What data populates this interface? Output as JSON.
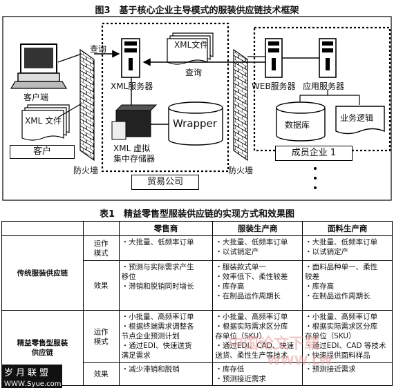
{
  "figure": {
    "title": "图3　基于核心企业主导模式的服装供应链技术框架",
    "labels": {
      "query_left": "查询",
      "query_mid": "查询",
      "xml_file_top": "XML文件",
      "xml_server": "XML服务器",
      "client_terminal": "客户端",
      "xml_file_left": "XML 文件",
      "client_box": "客户",
      "firewall_left": "防火墙",
      "xml_virtual_line1": "XML 虚拟",
      "xml_virtual_line2": "集中存储器",
      "wrapper": "Wrapper",
      "trade_company": "贸易公司",
      "firewall_right": "防火墙",
      "web_server": "WEB服务器",
      "app_server": "应用服务器",
      "database": "数据库",
      "business_logic": "业务逻辑",
      "member_company": "成员企业 1"
    }
  },
  "table": {
    "title": "表1　精益零售型服装供应链的实现方式和效果图",
    "headers": [
      "",
      "",
      "零售商",
      "服装生产商",
      "面料生产商"
    ],
    "groups": [
      {
        "name": "传统服装供应链",
        "rows": [
          {
            "label": "运作\n模式",
            "retailer": "・大批量、低频率订单",
            "apparel": "・大批量、低频率订单\n・以试销定产",
            "fabric": "・大批量、低频率订单\n・以试销定产"
          },
          {
            "label": "效果",
            "retailer": "・预测与实际需求产生\n移位\n・滞销和脱销同时增长",
            "apparel": "・服装款式单一\n・效率低下、柔性较差\n・库存高\n・在制品运作周期长",
            "fabric": "・面料品种单一、柔性\n较差\n・库存高\n・在制品运作周期长"
          }
        ]
      },
      {
        "name": "精益零售型服装\n供应链",
        "rows": [
          {
            "label": "运作\n模式",
            "retailer": "・小批量、高频率订单\n・根据终端需求调整各\n节点企业预测计划\n・通过EDI、快速送货\n满足需求",
            "apparel": "・小批量、高频率订单\n・根据实际需求区分库\n存单位（SKU）\n・通过EDI、CAD、快速\n送货、柔性生产等技术",
            "fabric": "・小批量、高频率订单\n・根据实际需求区分库\n存单位（SKU）\n・通过EDI、CAD 等技术\n・快速提供面料样品"
          },
          {
            "label": "效果",
            "retailer": "・减少滞销和脱销",
            "apparel": "・库存低\n・预测接近需求",
            "fabric": "・预测接近需求"
          }
        ]
      }
    ]
  },
  "watermark": {
    "logo_line1": "岁月联盟",
    "logo_line2": "ＷＷＷ.Syue.com",
    "overlay_text": "中国论文下载",
    "overlay_url": "WWW.LW"
  }
}
